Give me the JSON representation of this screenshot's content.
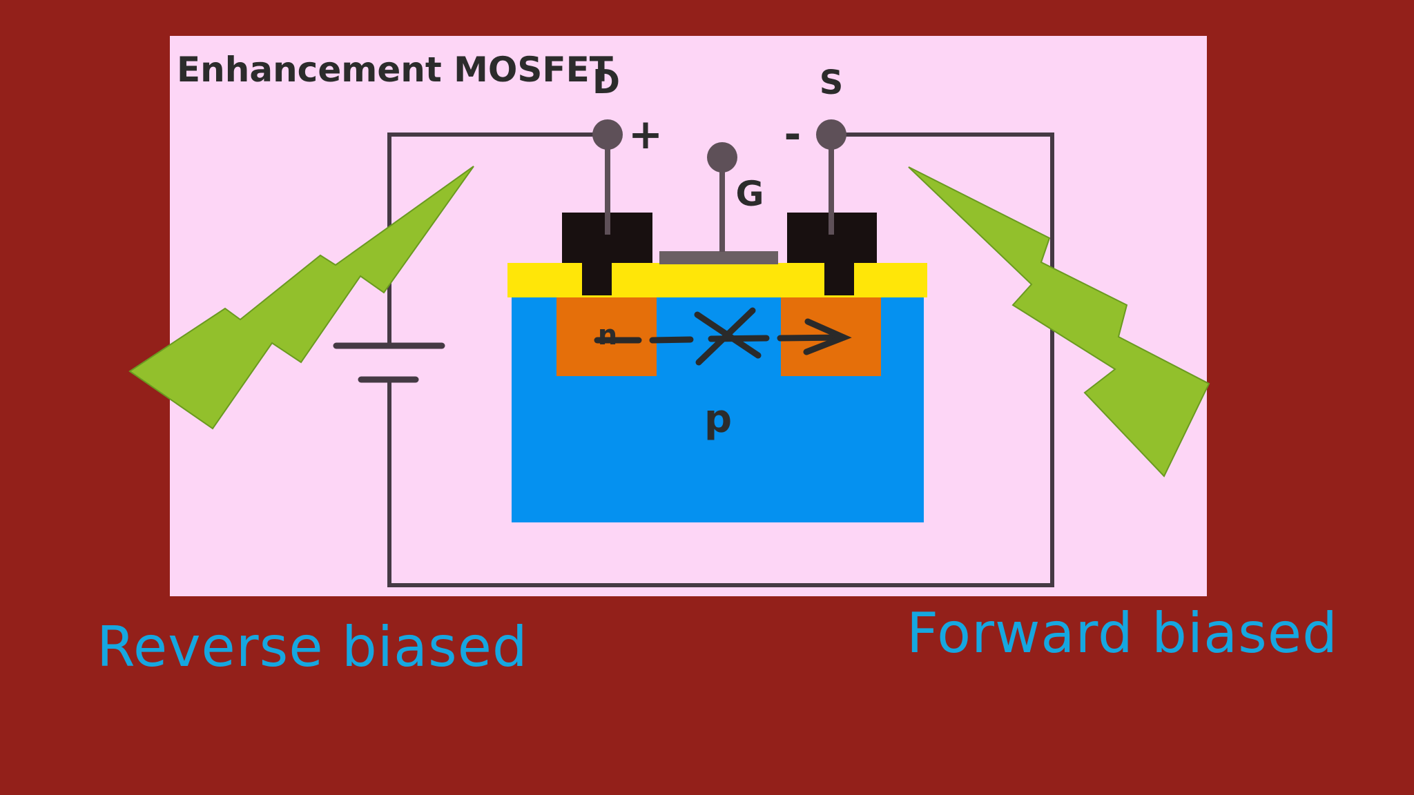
{
  "colors": {
    "background": "#93201a",
    "panel": "#fdd6f6",
    "wire": "#453a44",
    "substrate": "#0591f0",
    "n_region": "#e56f0a",
    "oxide": "#ffe608",
    "contact": "#181010",
    "gate_metal": "#6b5f63",
    "bolt_fill": "#92c02c",
    "bolt_stroke": "#6a9a20",
    "caption": "#16a7e0",
    "label": "#2c2c2c"
  },
  "diagram": {
    "title": "Enhancement MOSFET",
    "terminals": {
      "drain": "D",
      "gate": "G",
      "source": "S"
    },
    "polarity": {
      "drain": "+",
      "source": "-"
    },
    "regions": {
      "n": "n",
      "p": "p"
    }
  },
  "captions": {
    "left": "Reverse biased",
    "right": "Forward biased"
  },
  "icons": {
    "left_bolt": "lightning-bolt-icon",
    "right_bolt": "lightning-bolt-icon",
    "battery": "battery-icon"
  }
}
